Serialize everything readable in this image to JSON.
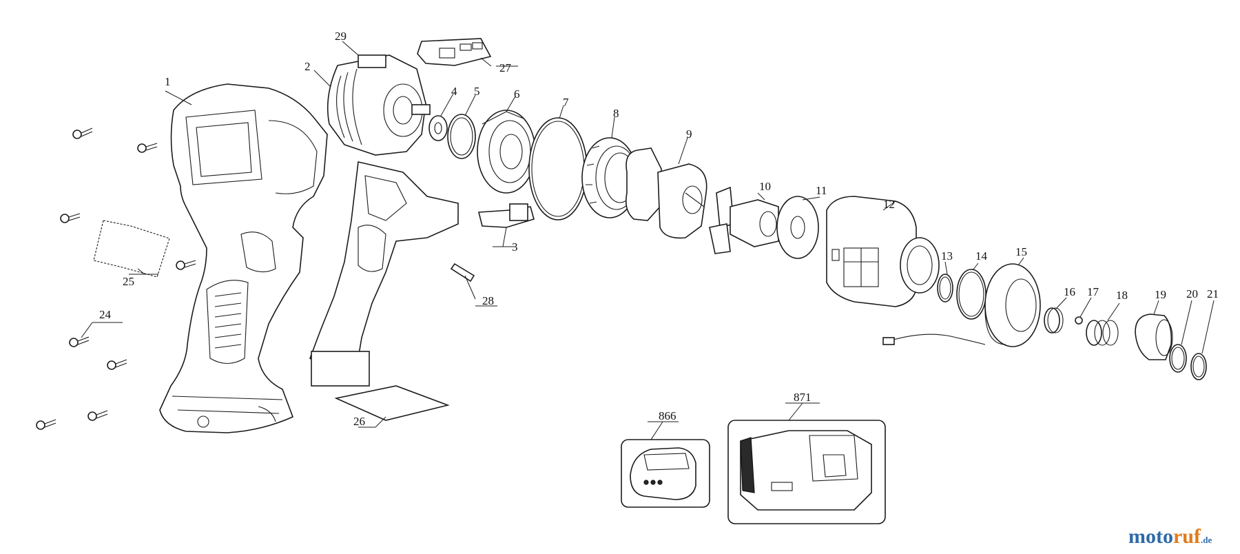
{
  "parts": [
    {
      "id": "p1",
      "label": "1"
    },
    {
      "id": "p2",
      "label": "2"
    },
    {
      "id": "p3",
      "label": "3"
    },
    {
      "id": "p4",
      "label": "4"
    },
    {
      "id": "p5",
      "label": "5"
    },
    {
      "id": "p6",
      "label": "6"
    },
    {
      "id": "p7",
      "label": "7"
    },
    {
      "id": "p8",
      "label": "8"
    },
    {
      "id": "p9",
      "label": "9"
    },
    {
      "id": "p10",
      "label": "10"
    },
    {
      "id": "p11",
      "label": "11"
    },
    {
      "id": "p12",
      "label": "12"
    },
    {
      "id": "p13",
      "label": "13"
    },
    {
      "id": "p14",
      "label": "14"
    },
    {
      "id": "p15",
      "label": "15"
    },
    {
      "id": "p16",
      "label": "16"
    },
    {
      "id": "p17",
      "label": "17"
    },
    {
      "id": "p18",
      "label": "18"
    },
    {
      "id": "p19",
      "label": "19"
    },
    {
      "id": "p20",
      "label": "20"
    },
    {
      "id": "p21",
      "label": "21"
    },
    {
      "id": "p24",
      "label": "24"
    },
    {
      "id": "p25",
      "label": "25"
    },
    {
      "id": "p26",
      "label": "26"
    },
    {
      "id": "p27",
      "label": "27"
    },
    {
      "id": "p28",
      "label": "28"
    },
    {
      "id": "p29",
      "label": "29"
    },
    {
      "id": "p866",
      "label": "866"
    },
    {
      "id": "p871",
      "label": "871"
    }
  ],
  "watermark": {
    "part1": "moto",
    "part2": "ruf",
    "suffix": ".de"
  },
  "colors": {
    "line": "#1a1a1a",
    "watermark_blue": "#2d6aa8",
    "watermark_orange": "#e07b1a"
  }
}
